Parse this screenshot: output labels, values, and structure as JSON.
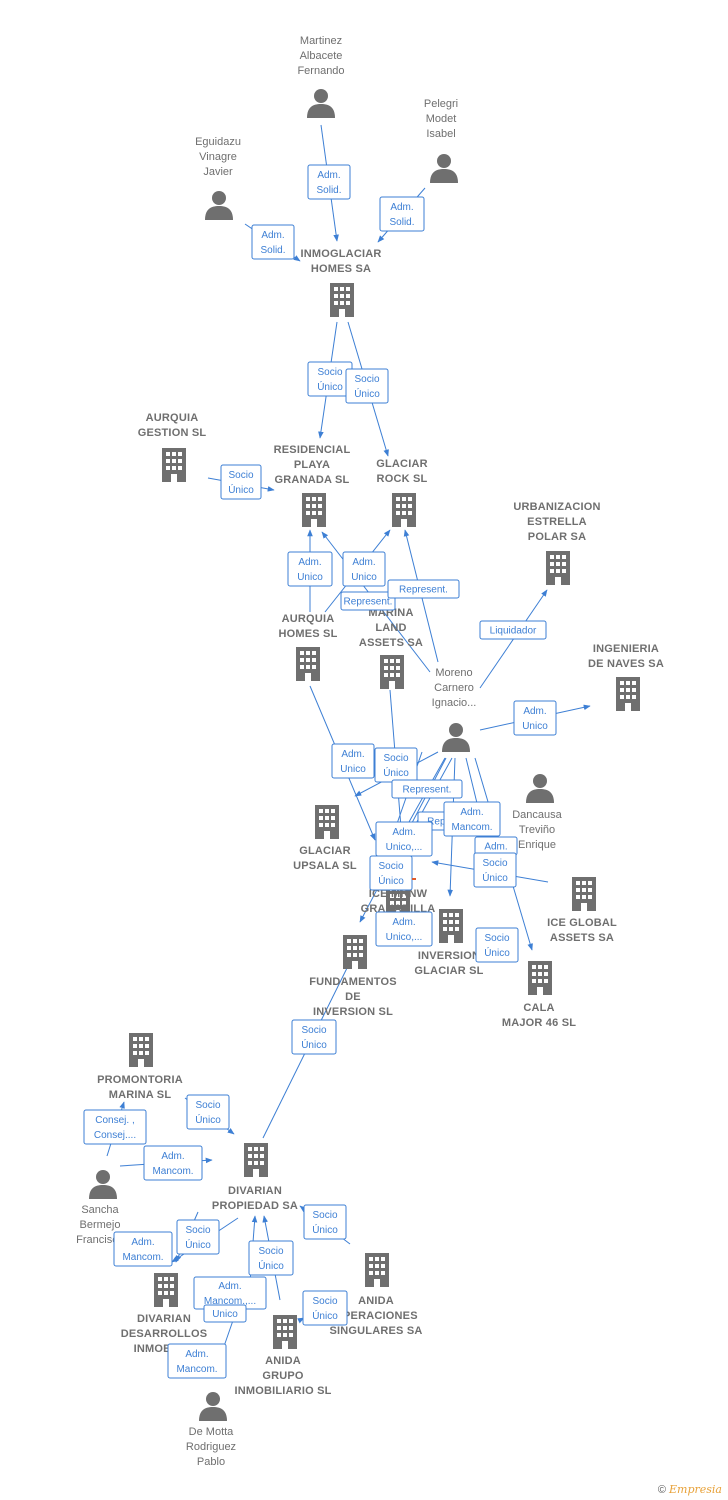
{
  "colors": {
    "edge": "#3d7fd4",
    "icon": "#6f6f6f",
    "label": "#6f6f6f",
    "red_dot": "#e05a2a"
  },
  "nodes": [
    {
      "id": "martinez",
      "type": "person",
      "label": [
        "Martinez",
        "Albacete",
        "Fernando"
      ]
    },
    {
      "id": "pelegri",
      "type": "person",
      "label": [
        "Pelegri",
        "Modet",
        "Isabel"
      ]
    },
    {
      "id": "eguidazu",
      "type": "person",
      "label": [
        "Eguidazu",
        "Vinagre",
        "Javier"
      ]
    },
    {
      "id": "inmoglaciar",
      "type": "company",
      "label": [
        "INMOGLACIAR",
        "HOMES SA"
      ]
    },
    {
      "id": "auruia_gestion",
      "type": "company",
      "label": [
        "AURQUIA",
        "GESTION  SL"
      ]
    },
    {
      "id": "residencial",
      "type": "company",
      "label": [
        "RESIDENCIAL",
        "PLAYA",
        "GRANADA  SL"
      ]
    },
    {
      "id": "glaciar_rock",
      "type": "company",
      "label": [
        "GLACIAR",
        "ROCK  SL"
      ]
    },
    {
      "id": "urbanizacion",
      "type": "company",
      "label": [
        "URBANIZACION",
        "ESTRELLA",
        "POLAR SA"
      ]
    },
    {
      "id": "ingenieria",
      "type": "company",
      "label": [
        "INGENIERIA",
        "DE NAVES SA"
      ]
    },
    {
      "id": "aurquia_homes",
      "type": "company",
      "label": [
        "AURQUIA",
        "HOMES  SL"
      ]
    },
    {
      "id": "marina_land",
      "type": "company",
      "label": [
        "MARINA",
        "LAND",
        "ASSETS SA"
      ]
    },
    {
      "id": "moreno",
      "type": "person",
      "label": [
        "Moreno",
        "Carnero",
        "Ignacio..."
      ]
    },
    {
      "id": "dancausa",
      "type": "person",
      "label": [
        "Dancausa",
        "Treviño",
        "Enrique"
      ]
    },
    {
      "id": "glaciar_upsala",
      "type": "company",
      "label": [
        "GLACIAR",
        "UPSALA SL"
      ]
    },
    {
      "id": "ice_mrnw",
      "type": "company",
      "label": [
        "ICE MRNW",
        "GRANADILLA"
      ]
    },
    {
      "id": "ice_global",
      "type": "company",
      "label": [
        "ICE GLOBAL",
        "ASSETS SA"
      ]
    },
    {
      "id": "inversion_glaciar",
      "type": "company",
      "label": [
        "INVERSION",
        "GLACIAR  SL"
      ]
    },
    {
      "id": "cala_major",
      "type": "company",
      "label": [
        "CALA",
        "MAJOR 46  SL"
      ]
    },
    {
      "id": "fundamentos",
      "type": "company",
      "label": [
        "FUNDAMENTOS",
        "DE",
        "INVERSION  SL"
      ]
    },
    {
      "id": "promontoria",
      "type": "company",
      "label": [
        "PROMONTORIA",
        "MARINA  SL"
      ]
    },
    {
      "id": "sancha",
      "type": "person",
      "label": [
        "Sancha",
        "Bermejo",
        "Francisco"
      ]
    },
    {
      "id": "divarian_prop",
      "type": "company",
      "label": [
        "DIVARIAN",
        "PROPIEDAD SA"
      ]
    },
    {
      "id": "divarian_des",
      "type": "company",
      "label": [
        "DIVARIAN",
        "DESARROLLOS",
        "INMOBILI..."
      ]
    },
    {
      "id": "anida_op",
      "type": "company",
      "label": [
        "ANIDA",
        "OPERACIONES",
        "SINGULARES SA"
      ]
    },
    {
      "id": "anida_grupo",
      "type": "company",
      "label": [
        "ANIDA",
        "GRUPO",
        "INMOBILIARIO SL"
      ]
    },
    {
      "id": "demotta",
      "type": "person",
      "label": [
        "De Motta",
        "Rodriguez",
        "Pablo"
      ]
    }
  ],
  "edges": [
    {
      "id": "e1",
      "label": [
        "Adm.",
        "Solid."
      ]
    },
    {
      "id": "e2",
      "label": [
        "Adm.",
        "Solid."
      ]
    },
    {
      "id": "e3",
      "label": [
        "Adm.",
        "Solid."
      ]
    },
    {
      "id": "e4",
      "label": [
        "Socio",
        "Único"
      ]
    },
    {
      "id": "e5",
      "label": [
        "Socio",
        "Único"
      ]
    },
    {
      "id": "e6",
      "label": [
        "Socio",
        "Único"
      ]
    },
    {
      "id": "e7",
      "label": [
        "Adm.",
        "Unico"
      ]
    },
    {
      "id": "e8",
      "label": [
        "Adm.",
        "Unico"
      ]
    },
    {
      "id": "e9",
      "label": [
        "Represent."
      ]
    },
    {
      "id": "e10",
      "label": [
        "Represent."
      ]
    },
    {
      "id": "e11",
      "label": [
        "Liquidador"
      ]
    },
    {
      "id": "e12",
      "label": [
        "Adm.",
        "Unico"
      ]
    },
    {
      "id": "e13",
      "label": [
        "Adm.",
        "Unico"
      ]
    },
    {
      "id": "e14",
      "label": [
        "Socio",
        "Único"
      ]
    },
    {
      "id": "e15",
      "label": [
        "Represent."
      ]
    },
    {
      "id": "e16",
      "label": [
        "Repr"
      ]
    },
    {
      "id": "e17",
      "label": [
        "Adm.",
        "Mancom."
      ]
    },
    {
      "id": "e18",
      "label": [
        "Adm.",
        "Unico,..."
      ]
    },
    {
      "id": "e19",
      "label": [
        "Adm."
      ]
    },
    {
      "id": "e20",
      "label": [
        "Socio",
        "Único"
      ]
    },
    {
      "id": "e21",
      "label": [
        "Socio",
        "Único"
      ]
    },
    {
      "id": "e22",
      "label": [
        "Adm.",
        "Unico,..."
      ]
    },
    {
      "id": "e23",
      "label": [
        "Socio",
        "Único"
      ]
    },
    {
      "id": "e24",
      "label": [
        "Socio",
        "Único"
      ]
    },
    {
      "id": "e25",
      "label": [
        "Socio",
        "Único"
      ]
    },
    {
      "id": "e26",
      "label": [
        "Consej. ,",
        "Consej...."
      ]
    },
    {
      "id": "e27",
      "label": [
        "Adm.",
        "Mancom."
      ]
    },
    {
      "id": "e28",
      "label": [
        "Socio",
        "Único"
      ]
    },
    {
      "id": "e29",
      "label": [
        "Adm.",
        "Mancom."
      ]
    },
    {
      "id": "e30",
      "label": [
        "Socio",
        "Único"
      ]
    },
    {
      "id": "e31",
      "label": [
        "Socio",
        "Único"
      ]
    },
    {
      "id": "e32",
      "label": [
        "Adm.",
        "Mancom.,..."
      ]
    },
    {
      "id": "e33",
      "label": [
        "Unico"
      ]
    },
    {
      "id": "e34",
      "label": [
        "Socio",
        "Único"
      ]
    },
    {
      "id": "e35",
      "label": [
        "Adm.",
        "Mancom."
      ]
    }
  ],
  "footer": {
    "copyright": "©",
    "brand": "Empresia"
  }
}
